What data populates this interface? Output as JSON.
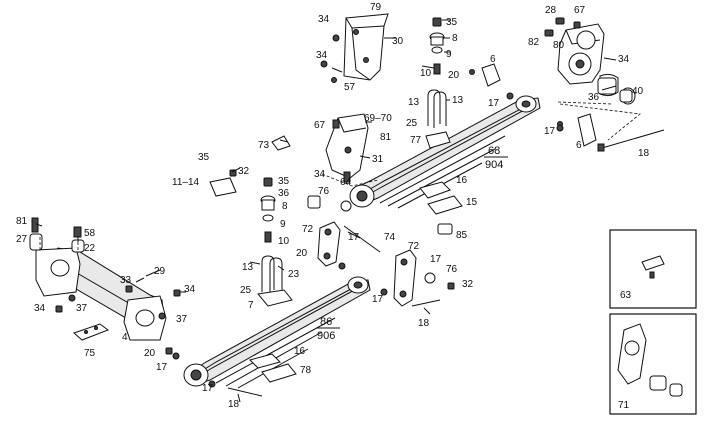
{
  "callouts": {
    "p79": "79",
    "p34a": "34",
    "p30": "30",
    "p34b": "34",
    "p57": "57",
    "p35a": "35",
    "p8a": "8",
    "p9a": "9",
    "p10a": "10",
    "p20a": "20",
    "p6a": "6",
    "p28": "28",
    "p67a": "67",
    "p82": "82",
    "p80": "80",
    "p34c": "34",
    "p36a": "36",
    "p40": "40",
    "p13a": "13",
    "p17a": "17",
    "p25a": "25",
    "p77": "77",
    "p17b": "17",
    "p6b": "6",
    "p18a": "18",
    "p67b": "67",
    "p6970": "69–70",
    "p81a": "81",
    "p73": "73",
    "p31": "31",
    "p35b": "35",
    "p1114": "11–14",
    "p32a": "32",
    "p34d": "34",
    "p64": "64",
    "p35c": "35",
    "p36b": "36",
    "p8b": "8",
    "p9b": "9",
    "p10b": "10",
    "p20b": "20",
    "p76a": "76",
    "p16a": "16",
    "p15": "15",
    "p85": "85",
    "p81b": "81",
    "p58": "58",
    "p27": "27",
    "p22": "22",
    "p13b": "13",
    "p23": "23",
    "p72a": "72",
    "p74": "74",
    "p72b": "72",
    "p17c": "17",
    "p17d": "17",
    "p76b": "76",
    "p32b": "32",
    "p29": "29",
    "p33": "33",
    "p34e": "34",
    "p25b": "25",
    "p7": "7",
    "p34f": "34",
    "p37a": "37",
    "p37b": "37",
    "p4": "4",
    "p17e": "17",
    "p18b": "18",
    "p75": "75",
    "p20c": "20",
    "p17f": "17",
    "p16b": "16",
    "p78": "78",
    "p17g": "17",
    "p18c": "18",
    "p63": "63",
    "p71": "71",
    "spring_top_a": "68",
    "spring_top_b": "904",
    "spring_bottom_a": "86",
    "spring_bottom_b": "906"
  }
}
